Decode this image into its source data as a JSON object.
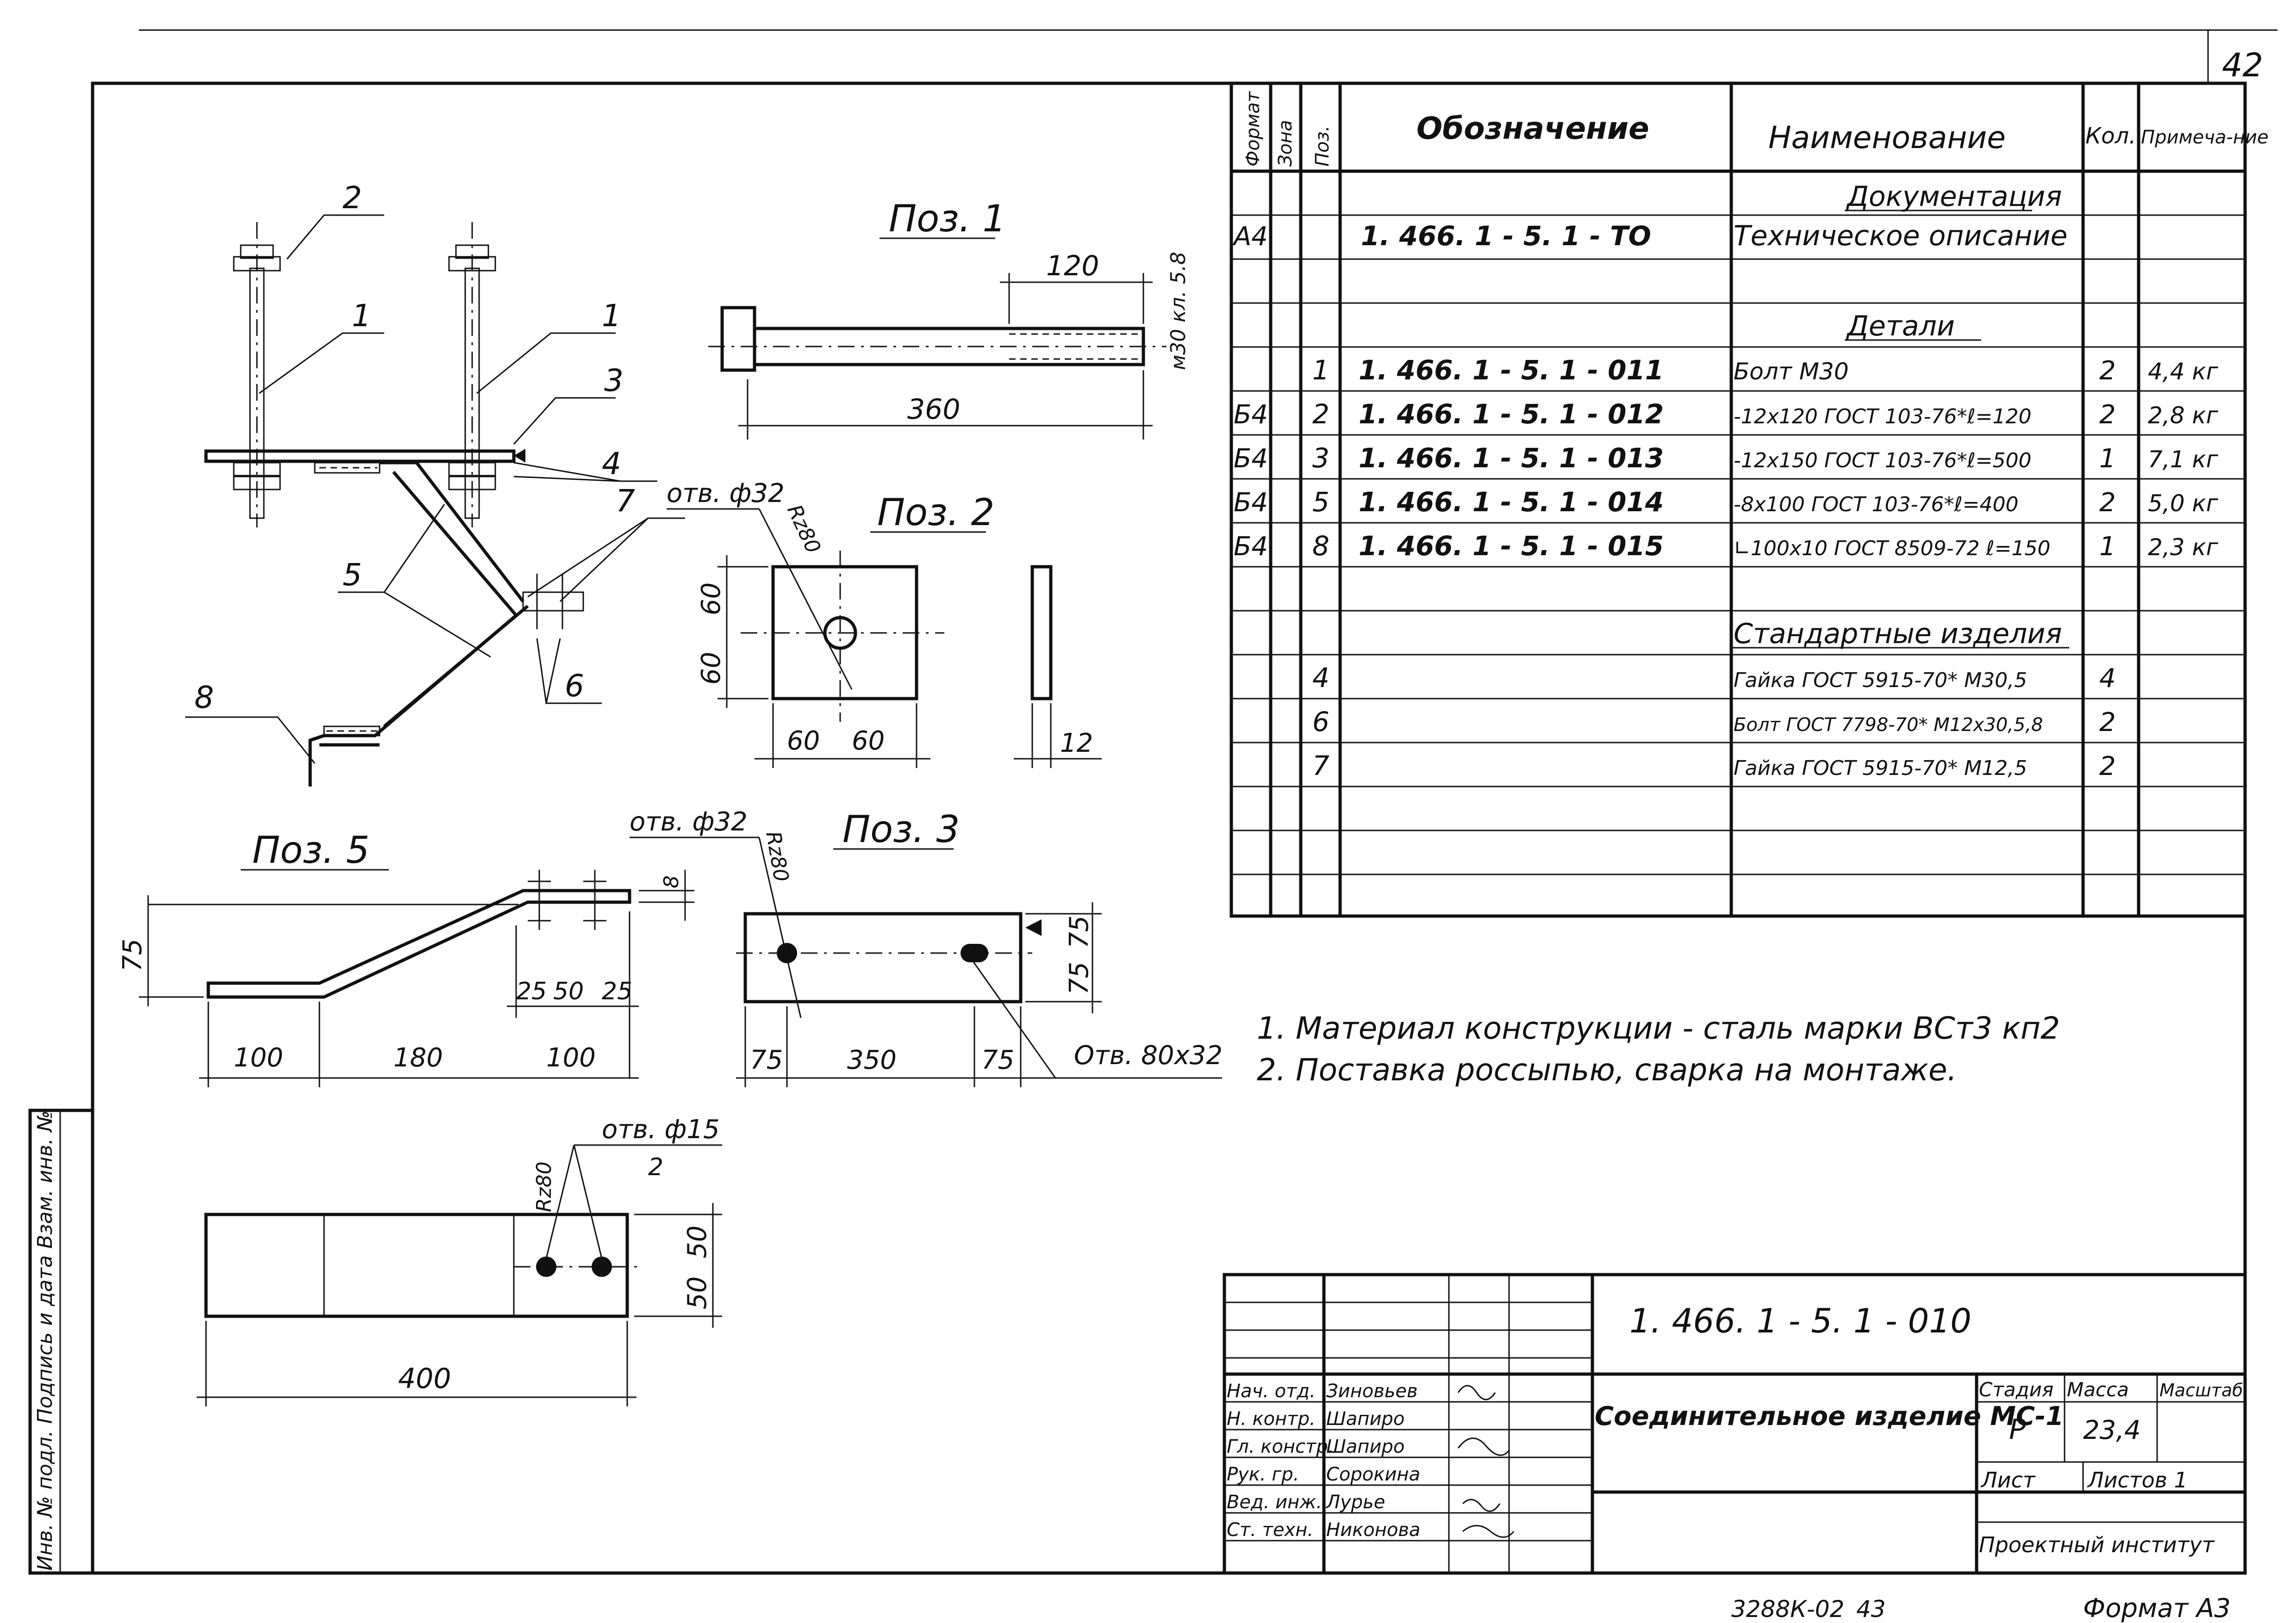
{
  "sheet_number": "42",
  "views": {
    "assembly": {
      "callouts": [
        "2",
        "1",
        "1",
        "3",
        "4",
        "7",
        "5",
        "8",
        "6"
      ]
    },
    "poz1": {
      "title": "Поз. 1",
      "dims": {
        "thread": "120",
        "length": "360",
        "thread_spec": "м30 кл. 5.8"
      }
    },
    "poz2": {
      "title": "Поз. 2",
      "hole": "отв. ф32",
      "rough": "Rz80",
      "dims": {
        "h1": "60",
        "h2": "60",
        "w1": "60",
        "w2": "60",
        "t": "12"
      }
    },
    "poz3": {
      "title": "Поз. 3",
      "hole": "отв. ф32",
      "rough": "Rz80",
      "slot": "Отв. 80х32",
      "dims": {
        "h1": "75",
        "h2": "75",
        "w1": "75",
        "w2": "350",
        "w3": "75"
      }
    },
    "poz5": {
      "title": "Поз. 5",
      "dims": {
        "rise": "75",
        "t": "8",
        "a": "25",
        "b": "50",
        "c": "25",
        "w1": "100",
        "w2": "180",
        "w3": "100"
      }
    },
    "poz8": {
      "hole": "отв. ф15",
      "count": "2",
      "rough": "Rz80",
      "dims": {
        "h1": "50",
        "h2": "50",
        "w": "400"
      }
    }
  },
  "notes": [
    "1. Материал конструкции - сталь марки ВСт3 кп2",
    "2. Поставка россыпью, сварка на монтаже."
  ],
  "spec_table": {
    "headers": {
      "format": "Формат",
      "zone": "Зона",
      "pos": "Поз.",
      "designation": "Обозначение",
      "name": "Наименование",
      "qty": "Кол.",
      "note": "Примеча-ние"
    },
    "section_docs": "Документация",
    "doc_row": {
      "format": "А4",
      "designation": "1. 466. 1 - 5. 1 - ТО",
      "name": "Техническое описание"
    },
    "section_parts": "Детали",
    "parts": [
      {
        "format": "",
        "pos": "1",
        "designation": "1. 466. 1 - 5. 1 - 011",
        "name": "Болт М30",
        "qty": "2",
        "note": "4,4 кг"
      },
      {
        "format": "Б4",
        "pos": "2",
        "designation": "1. 466. 1 - 5. 1 - 012",
        "name": "-12х120 ГОСТ 103-76*ℓ=120",
        "qty": "2",
        "note": "2,8 кг"
      },
      {
        "format": "Б4",
        "pos": "3",
        "designation": "1. 466. 1 - 5. 1 - 013",
        "name": "-12х150 ГОСТ 103-76*ℓ=500",
        "qty": "1",
        "note": "7,1 кг"
      },
      {
        "format": "Б4",
        "pos": "5",
        "designation": "1. 466. 1 - 5. 1 - 014",
        "name": "-8х100 ГОСТ 103-76*ℓ=400",
        "qty": "2",
        "note": "5,0 кг"
      },
      {
        "format": "Б4",
        "pos": "8",
        "designation": "1. 466. 1 - 5. 1 - 015",
        "name": "∟100х10 ГОСТ 8509-72 ℓ=150",
        "qty": "1",
        "note": "2,3 кг"
      }
    ],
    "section_std": "Стандартные изделия",
    "std": [
      {
        "pos": "4",
        "name": "Гайка ГОСТ 5915-70* М30,5",
        "qty": "4"
      },
      {
        "pos": "6",
        "name": "Болт ГОСТ 7798-70* М12х30,5,8",
        "qty": "2"
      },
      {
        "pos": "7",
        "name": "Гайка ГОСТ 5915-70* М12,5",
        "qty": "2"
      }
    ]
  },
  "title_block": {
    "code": "1. 466. 1 - 5. 1 - 010",
    "title": "Соединительное изделие МС-1",
    "stage_label": "Стадия",
    "mass_label": "Масса",
    "scale_label": "Масштаб",
    "stage": "Р",
    "mass": "23,4",
    "sheet_label": "Лист",
    "sheets_label": "Листов 1",
    "org": "Проектный институт",
    "roles": [
      {
        "role": "Нач. отд.",
        "name": "Зиновьев"
      },
      {
        "role": "Н. контр.",
        "name": "Шапиро"
      },
      {
        "role": "Гл. констр.",
        "name": "Шапиро"
      },
      {
        "role": "Рук. гр.",
        "name": "Сорокина"
      },
      {
        "role": "Вед. инж.",
        "name": "Лурье"
      },
      {
        "role": "Ст. техн.",
        "name": "Никонова"
      }
    ]
  },
  "left_strip": {
    "label": "Инв. № подл. Подпись и дата Взам. инв. №"
  },
  "bottom": {
    "copy_code": "3288К-02",
    "copy_num": "43",
    "format": "Формат А3"
  }
}
